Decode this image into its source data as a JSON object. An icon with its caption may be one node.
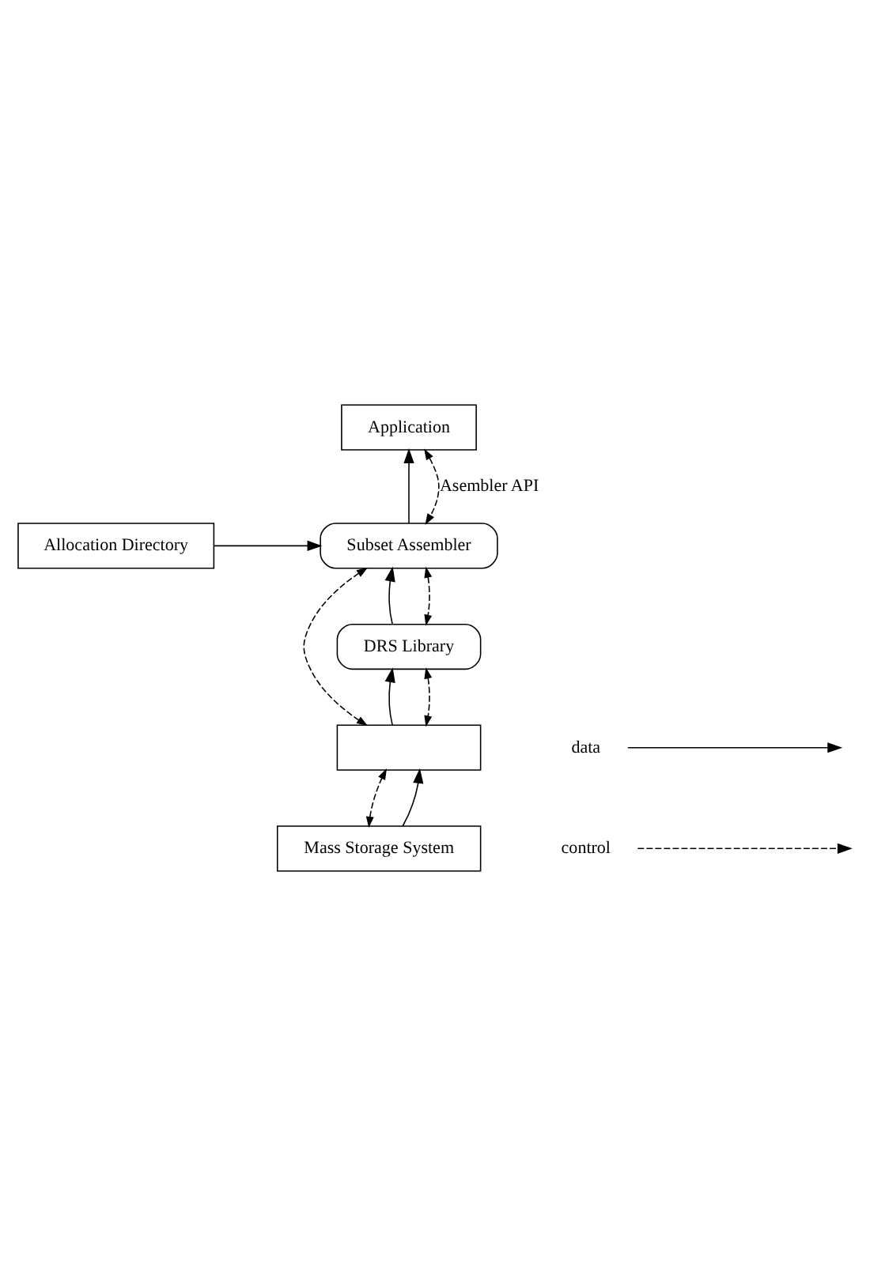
{
  "diagram": {
    "nodes": [
      {
        "text": [
          "Application"
        ]
      },
      {
        "text": [
          "Allocation Directory"
        ]
      },
      {
        "text": [
          "Subset Assembler"
        ]
      },
      {
        "text": [
          "DRS Library"
        ]
      },
      {
        "text": [],
        "shape": "box"
      },
      {
        "text": [
          "Mass Storage System"
        ]
      }
    ],
    "edges": [
      {
        "from": 0,
        "to": 2,
        "arrow": "both",
        "style": "dashed",
        "label": "Asembler API"
      },
      {
        "from": 2,
        "to": 0,
        "arrow": "to"
      },
      {
        "from": 1,
        "to": 2,
        "arrow": "to"
      },
      {
        "from": 2,
        "to": 3,
        "arrow": "both",
        "style": "dashed"
      },
      {
        "from": 3,
        "to": 2,
        "arrow": "to"
      },
      {
        "from": 2,
        "to": 4,
        "arrow": "both",
        "style": "dashed"
      },
      {
        "from": 3,
        "to": 4,
        "arrow": "both",
        "style": "dashed"
      },
      {
        "from": 4,
        "to": 3,
        "arrow": "to"
      },
      {
        "from": 5,
        "to": 4,
        "arrow": "both",
        "style": "dashed"
      },
      {
        "from": 5,
        "to": 4,
        "arrow": "to"
      }
    ],
    "legend": [
      {
        "text": "data"
      },
      {
        "text": "control"
      }
    ]
  }
}
